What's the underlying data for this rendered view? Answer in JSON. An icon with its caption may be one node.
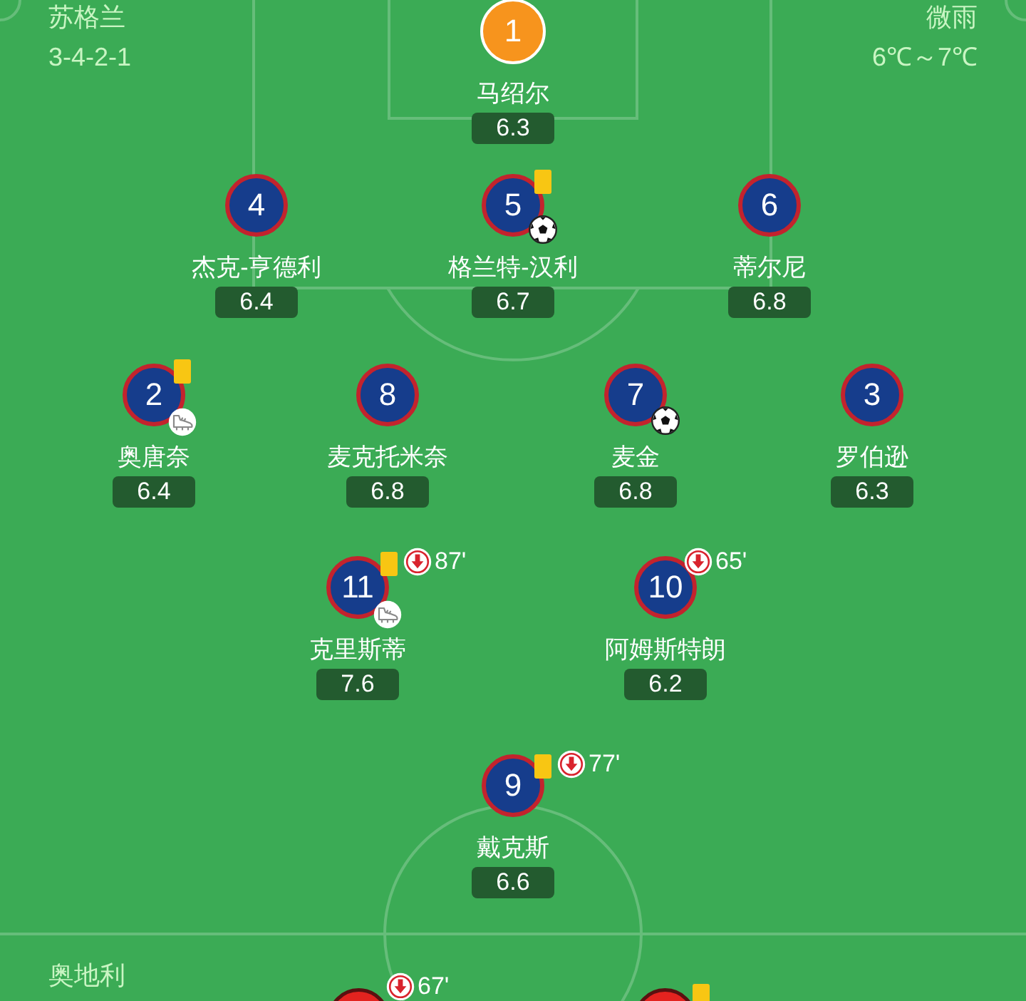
{
  "diagram": {
    "nodes": [
      {
        "text": [
          "1"
        ],
        "beside": [
          "马绍尔",
          "6.3"
        ]
      },
      {
        "text": [
          "4"
        ],
        "beside": [
          "杰克-亨德利",
          "6.4"
        ]
      },
      {
        "text": [
          "5"
        ],
        "beside": [
          "格兰特-汉利",
          "6.7"
        ]
      },
      {
        "text": [
          "6"
        ],
        "beside": [
          "蒂尔尼",
          "6.8"
        ]
      },
      {
        "text": [
          "2"
        ],
        "beside": [
          "奥唐奈",
          "6.4"
        ]
      },
      {
        "text": [
          "8"
        ],
        "beside": [
          "麦克托米奈",
          "6.8"
        ]
      },
      {
        "text": [
          "7"
        ],
        "beside": [
          "麦金",
          "6.8"
        ]
      },
      {
        "text": [
          "3"
        ],
        "beside": [
          "罗伯逊",
          "6.3"
        ]
      },
      {
        "text": [
          "11"
        ],
        "beside": [
          "克里斯蒂",
          "7.6",
          "87'"
        ]
      },
      {
        "text": [
          "10"
        ],
        "beside": [
          "阿姆斯特朗",
          "6.2",
          "65'"
        ]
      },
      {
        "text": [
          "9"
        ],
        "beside": [
          "戴克斯",
          "6.6",
          "77'"
        ]
      },
      {
        "text": [],
        "shape": "circle",
        "beside": [
          "67'"
        ]
      },
      {
        "text": [],
        "shape": "circle"
      }
    ],
    "labels": [
      "苏格兰",
      "微雨",
      "3-4-2-1",
      "6℃～7℃",
      "奥地利"
    ]
  }
}
